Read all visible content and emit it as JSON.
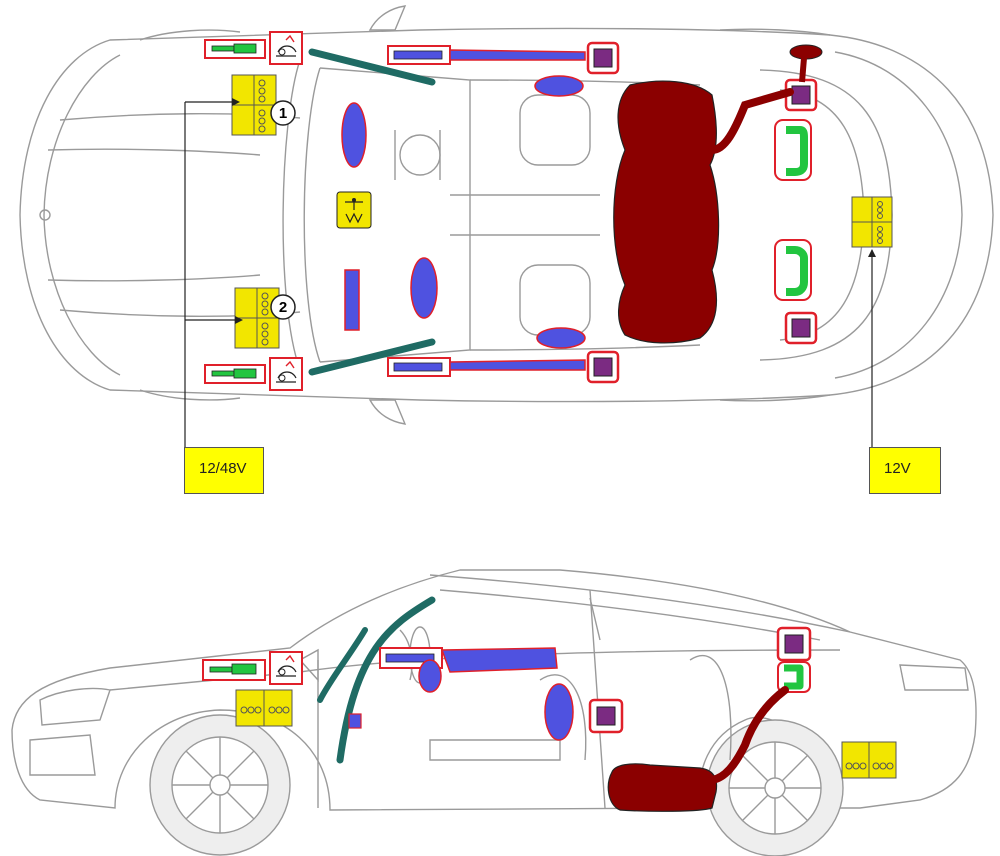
{
  "labels": {
    "battery_1": "1",
    "battery_2": "2",
    "voltage_front": "12/48V",
    "voltage_rear": "12V"
  },
  "colors": {
    "car_outline": "#9a9a9a",
    "battery": "#f2e600",
    "fuel_tank": "#8b0000",
    "airbag": "#4f52e0",
    "pretensioner_frame": "#e0202a",
    "purple_sensor": "#7b2b82",
    "green_element": "#22c540",
    "teal_reinforcement": "#1f6b64",
    "voltage_label_bg": "#ffff00"
  },
  "icons": [
    "battery-icon",
    "hood-lift-actuator-icon",
    "gas-spring-icon",
    "high-voltage-warning-icon",
    "airbag-icon",
    "seatbelt-pretensioner-icon",
    "fuel-tank-icon",
    "reinforcement-bar-icon",
    "roll-over-protection-icon"
  ]
}
